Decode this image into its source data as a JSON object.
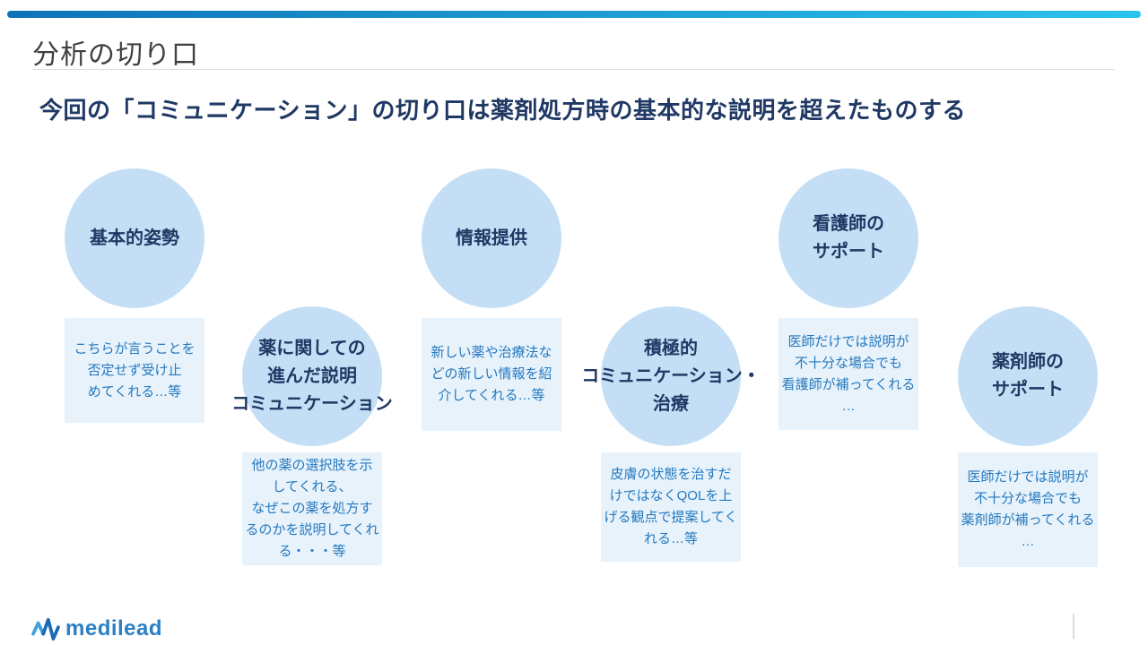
{
  "slide": {
    "title": "分析の切り口",
    "subtitle": "今回の「コミュニケーション」の切り口は薬剤処方時の基本的な説明を超えたものする"
  },
  "diagram": {
    "items": [
      {
        "label": "基本的姿勢",
        "note": "こちらが言うことを\n否定せず受け止\nめてくれる…等"
      },
      {
        "label": "薬に関しての\n進んだ説明\nコミュニケーション",
        "note": "他の薬の選択肢を示\nしてくれる、\nなぜこの薬を処方す\nるのかを説明してくれ\nる・・・等"
      },
      {
        "label": "情報提供",
        "note": "新しい薬や治療法な\nどの新しい情報を紹\n介してくれる…等"
      },
      {
        "label": "積極的\nコミュニケーション・\n治療",
        "note": "皮膚の状態を治すだ\nけではなくQOLを上\nげる観点で提案してく\nれる…等"
      },
      {
        "label": "看護師の\nサポート",
        "note": "医師だけでは説明が\n不十分な場合でも\n看護師が補ってくれる\n…"
      },
      {
        "label": "薬剤師の\nサポート",
        "note": "医師だけでは説明が\n不十分な場合でも\n薬剤師が補ってくれる\n…"
      }
    ]
  },
  "footer": {
    "logo_text": "medilead"
  },
  "colors": {
    "accent_bar_left": "#0e72b8",
    "accent_bar_right": "#2bc3ec",
    "title_text": "#404040",
    "subtitle": "#1f3864",
    "circle_fill": "#c4dff5",
    "circle_label": "#1f3864",
    "note_fill": "#e7f2fb",
    "note_text": "#2579bf",
    "logo_blue": "#2b7fc4"
  }
}
